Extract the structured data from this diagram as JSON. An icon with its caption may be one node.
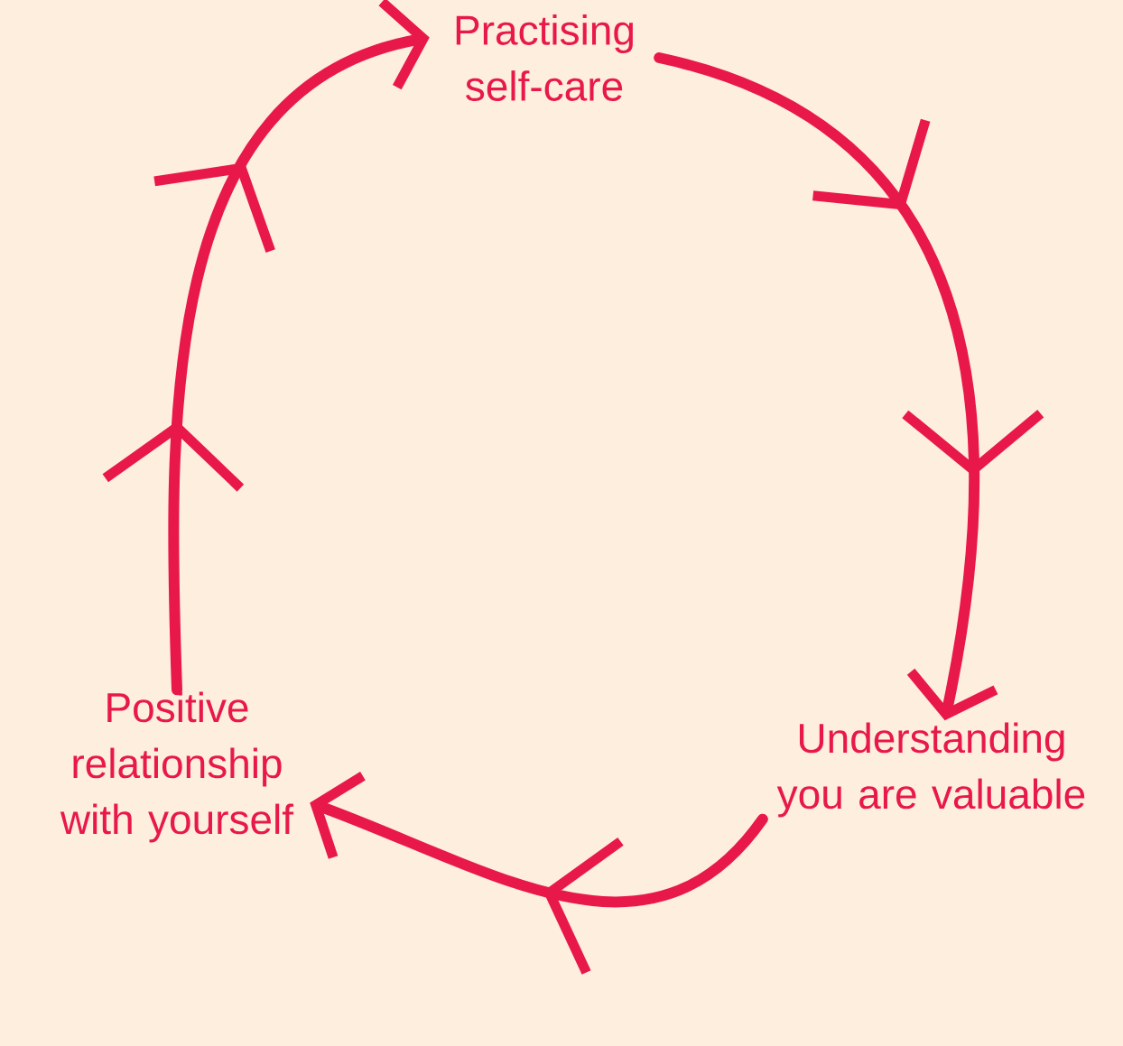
{
  "diagram": {
    "nodes": [
      {
        "text": [
          "Practising self-care"
        ]
      },
      {
        "text": [
          "Understanding you are valuable"
        ]
      },
      {
        "text": [
          "Positive relationship with yourself"
        ]
      }
    ],
    "edges": [
      {
        "from": 0,
        "to": 1,
        "arrow": "to"
      },
      {
        "from": 1,
        "to": 2,
        "arrow": "to"
      },
      {
        "from": 2,
        "to": 0,
        "arrow": "to"
      }
    ]
  }
}
